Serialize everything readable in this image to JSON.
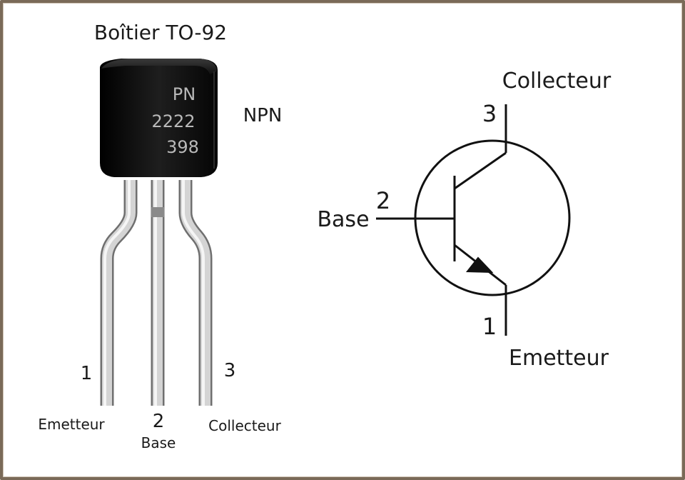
{
  "package": {
    "title": "Boîtier TO-92",
    "type_label": "NPN",
    "marking": [
      "PN",
      "2222",
      "398"
    ],
    "pins": [
      {
        "number": "1",
        "name": "Emetteur"
      },
      {
        "number": "2",
        "name": "Base"
      },
      {
        "number": "3",
        "name": "Collecteur"
      }
    ]
  },
  "symbol": {
    "collector": {
      "number": "3",
      "name": "Collecteur"
    },
    "base": {
      "number": "2",
      "name": "Base"
    },
    "emitter": {
      "number": "1",
      "name": "Emetteur"
    }
  },
  "colors": {
    "body": "#111111",
    "lead": "#c8c8c8",
    "border": "#7a6a58"
  }
}
